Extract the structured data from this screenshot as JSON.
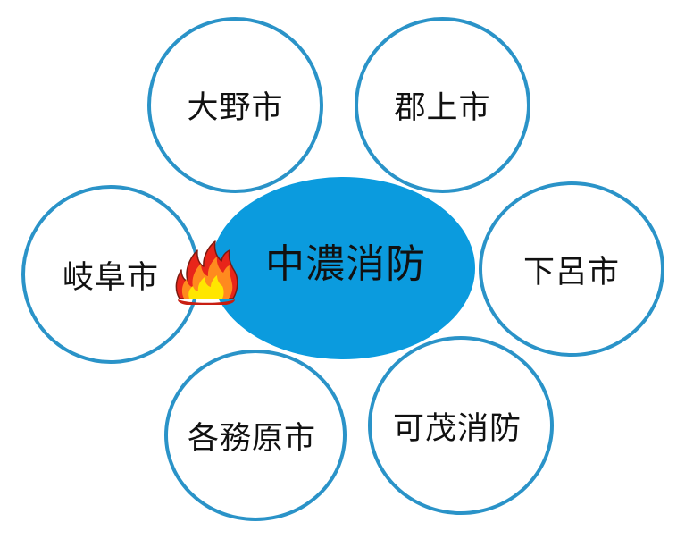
{
  "center": {
    "label": "中濃消防"
  },
  "nodes": [
    {
      "id": "ono",
      "label": "大野市"
    },
    {
      "id": "gujo",
      "label": "郡上市"
    },
    {
      "id": "gifu",
      "label": "岐阜市"
    },
    {
      "id": "gero",
      "label": "下呂市"
    },
    {
      "id": "kakamigahara",
      "label": "各務原市"
    },
    {
      "id": "kamo",
      "label": "可茂消防"
    }
  ],
  "colors": {
    "circle_border": "#2a93c8",
    "center_fill": "#0b9bde",
    "flame_outer": "#e8251a",
    "flame_inner": "#ffe600"
  },
  "icons": {
    "flame": "fire-icon"
  }
}
